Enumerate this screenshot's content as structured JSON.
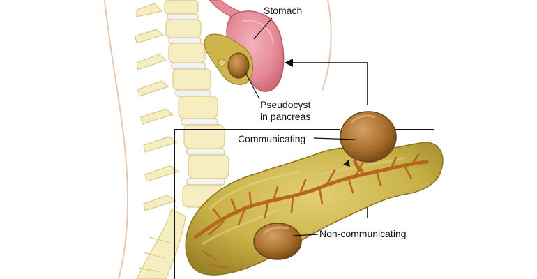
{
  "labels": {
    "stomach": "Stomach",
    "pseudocyst_line1": "Pseudocyst",
    "pseudocyst_line2": "in pancreas",
    "communicating": "Communicating",
    "noncommunicating": "Non-communicating"
  },
  "colors": {
    "skin_outline": "#e7c7b3",
    "vertebra_fill": "#f6eec0",
    "vertebra_stroke": "#d9c98a",
    "disc_fill": "#f1f3f6",
    "stomach_fill": "#e58c98",
    "stomach_dark": "#c8616f",
    "pancreas_fill": "#c8b146",
    "pancreas_dark": "#9a8227",
    "duct": "#b5661f",
    "cyst_fill": "#a86f2c",
    "cyst_dark": "#7a4d1b",
    "line": "#111111"
  },
  "icons": [
    "arrow-head-icon"
  ]
}
